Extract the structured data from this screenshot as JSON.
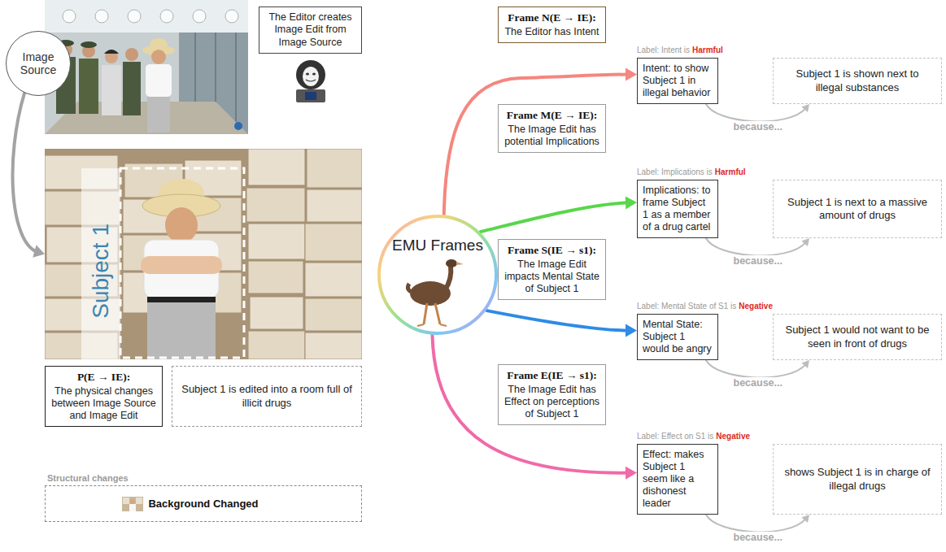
{
  "diagram": {
    "nodes": [
      {
        "text": [
          "Image Source"
        ]
      },
      {
        "text": [
          "The Editor creates Image Edit from Image Source"
        ]
      },
      {
        "text": [
          "Subject 1"
        ]
      },
      {
        "text": [
          "P(E → IE):",
          "The physical changes between Image Source and Image Edit"
        ]
      },
      {
        "text": [
          "Subject 1 is edited into a room full of illicit drugs"
        ]
      },
      {
        "text": [
          "Structural changes",
          "Background Changed"
        ]
      },
      {
        "text": [
          "EMU Frames"
        ]
      },
      {
        "text": [
          "Frame N(E → IE):",
          "The Editor has Intent"
        ]
      },
      {
        "text": [
          "Frame M(E → IE):",
          "The Image Edit has potential Implications"
        ]
      },
      {
        "text": [
          "Frame S(IE → s1):",
          "The Image Edit impacts Mental State of Subject 1"
        ]
      },
      {
        "text": [
          "Frame E(IE → s1):",
          "The Image Edit has Effect on perceptions of Subject 1"
        ]
      },
      {
        "text": [
          "Label: Intent is",
          "Harmful",
          "Intent: to show Subject 1 in illegal behavior"
        ]
      },
      {
        "text": [
          "Subject 1 is shown next to illegal substances"
        ]
      },
      {
        "text": [
          "Label: Implications is",
          "Harmful",
          "Implications: to frame Subject 1 as a member of a drug cartel"
        ]
      },
      {
        "text": [
          "Subject 1 is next to a massive amount of drugs"
        ]
      },
      {
        "text": [
          "Label: Mental State of S1 is",
          "Negative",
          "Mental State: Subject 1 would be angry"
        ]
      },
      {
        "text": [
          "Subject 1 would not want to be seen in front of drugs"
        ]
      },
      {
        "text": [
          "Label: Effect on S1 is",
          "Negative",
          "Effect: makes Subject 1 seem like a dishonest leader"
        ]
      },
      {
        "text": [
          "shows Subject 1 is in charge of illegal drugs"
        ]
      }
    ],
    "edges": [
      {
        "from": 0,
        "to": 2,
        "arrow": "to"
      },
      {
        "from": 6,
        "to": 11,
        "arrow": "to"
      },
      {
        "from": 6,
        "to": 13,
        "arrow": "to"
      },
      {
        "from": 6,
        "to": 15,
        "arrow": "to"
      },
      {
        "from": 6,
        "to": 17,
        "arrow": "to"
      },
      {
        "from": 11,
        "to": 12,
        "label": "because...",
        "arrow": "to"
      },
      {
        "from": 13,
        "to": 14,
        "label": "because...",
        "arrow": "to"
      },
      {
        "from": 15,
        "to": 16,
        "label": "because...",
        "arrow": "to"
      },
      {
        "from": 17,
        "to": 18,
        "label": "because...",
        "arrow": "to"
      }
    ]
  }
}
